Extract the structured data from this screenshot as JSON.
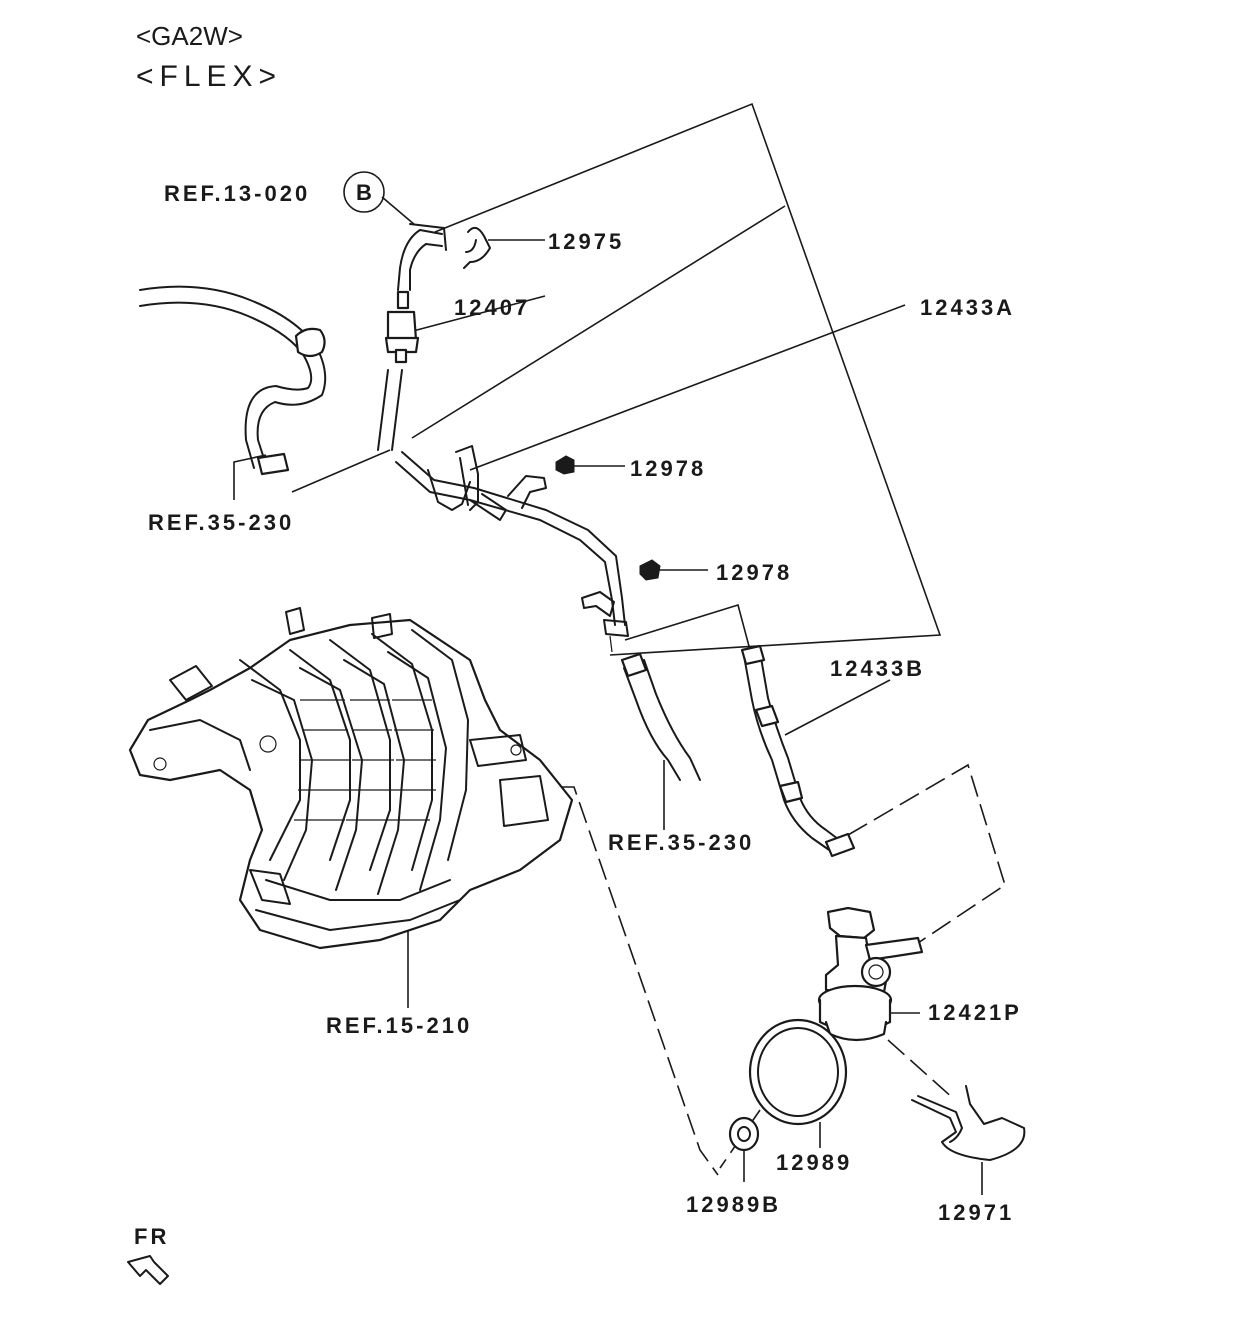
{
  "header": {
    "model": "<GA2W>",
    "variant": "<FLEX>"
  },
  "labels": {
    "ref_13_020": "REF.13-020",
    "circle_b": "B",
    "p12975": "12975",
    "p12407": "12407",
    "p12433a": "12433A",
    "ref_35_230_left": "REF.35-230",
    "p12978_top": "12978",
    "p12978_bottom": "12978",
    "p12433b": "12433B",
    "ref_35_230_right": "REF.35-230",
    "ref_15_210": "REF.15-210",
    "p12421p": "12421P",
    "p12989": "12989",
    "p12989b": "12989B",
    "p12971": "12971",
    "fr": "FR"
  }
}
